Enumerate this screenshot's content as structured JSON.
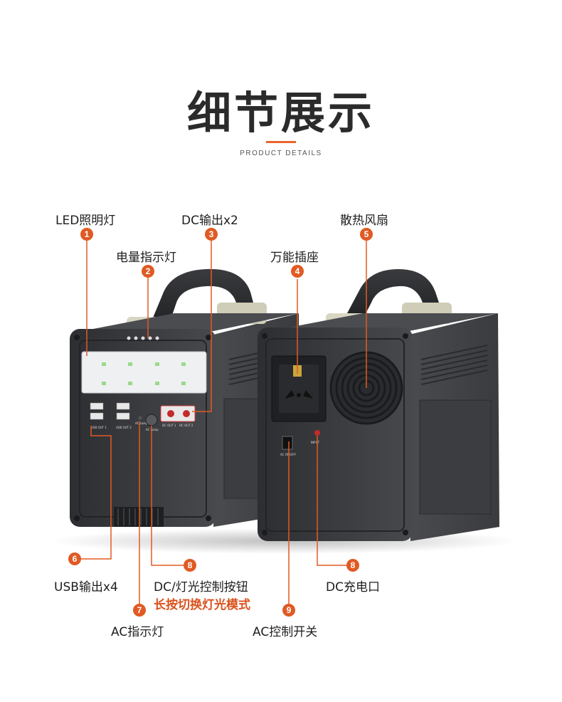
{
  "header": {
    "title": "细节展示",
    "subtitle": "PRODUCT DETAILS",
    "accent_color": "#e8642d"
  },
  "callouts": [
    {
      "num": "1",
      "label": "LED照明灯"
    },
    {
      "num": "2",
      "label": "电量指示灯"
    },
    {
      "num": "3",
      "label": "DC输出x2"
    },
    {
      "num": "4",
      "label": "万能插座"
    },
    {
      "num": "5",
      "label": "散热风扇"
    },
    {
      "num": "6",
      "label": "USB输出x4"
    },
    {
      "num": "7",
      "label": "AC指示灯"
    },
    {
      "num": "8",
      "label": "DC/灯光控制按钮",
      "note": "长按切换灯光模式"
    },
    {
      "num": "8",
      "label": "DC充电口"
    },
    {
      "num": "9",
      "label": "AC控制开关"
    }
  ],
  "device_panel_text": {
    "usb1": "USB OUT 1",
    "usb2": "USB OUT 2",
    "ac_lamp": "AC Lamp",
    "ac_lamp_btn": "AC Lamp",
    "dc1": "DC OUT 1",
    "dc2": "DC OUT 2",
    "input": "INPUT",
    "ac_onoff": "AC ON/OFF"
  },
  "colors": {
    "badge": "#e05a24",
    "body": "#3a3b3e",
    "handle_base": "#d8d6c2"
  }
}
